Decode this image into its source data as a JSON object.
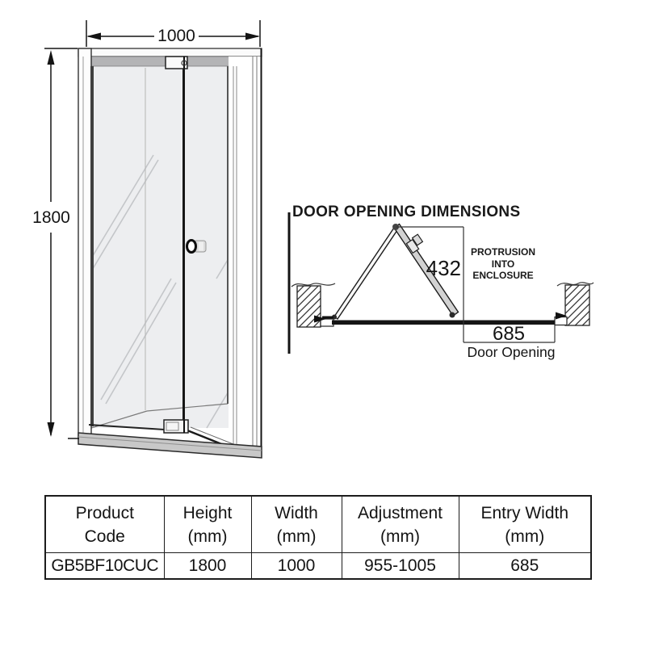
{
  "elevation": {
    "width_label": "1000",
    "height_label": "1800"
  },
  "plan": {
    "title": "DOOR OPENING DIMENSIONS",
    "protrusion_value": "432",
    "protrusion_note_line1": "PROTRUSION",
    "protrusion_note_line2": "INTO",
    "protrusion_note_line3": "ENCLOSURE",
    "door_opening_value": "685",
    "door_opening_label": "Door Opening"
  },
  "table": {
    "columns": [
      {
        "line1": "Product",
        "line2": "Code"
      },
      {
        "line1": "Height",
        "line2": "(mm)"
      },
      {
        "line1": "Width",
        "line2": "(mm)"
      },
      {
        "line1": "Adjustment",
        "line2": "(mm)"
      },
      {
        "line1": "Entry Width",
        "line2": "(mm)"
      }
    ],
    "row": [
      "GB5BF10CUC",
      "1800",
      "1000",
      "955-1005",
      "685"
    ]
  },
  "colors": {
    "line": "#1c1c1c",
    "frame_gray": "#b4b4b6",
    "glass_gray": "#edeef0",
    "track_gray": "#c8c8c8",
    "panel_gray": "#d2d2d2"
  }
}
